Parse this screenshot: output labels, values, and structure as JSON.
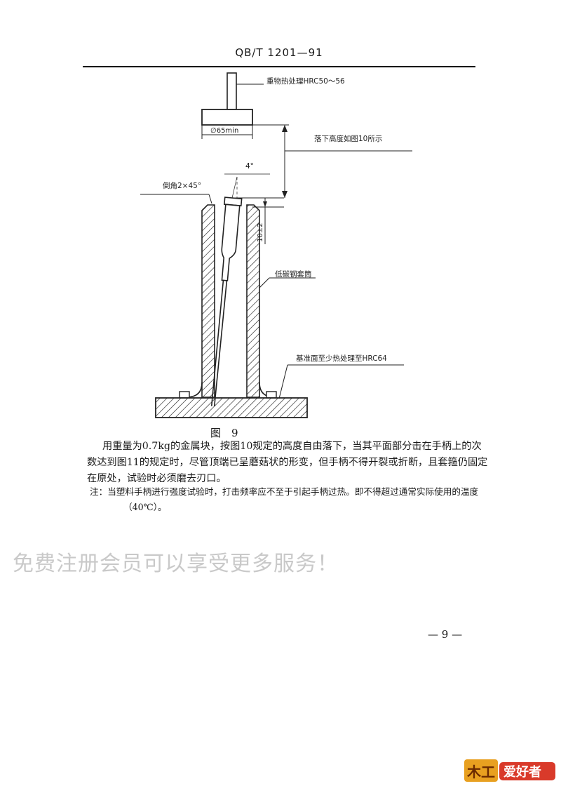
{
  "header": {
    "code": "QB/T  1201—91"
  },
  "figure": {
    "label_weight": "重物热处理HRC50～56",
    "label_diameter": "∅65min",
    "label_drop": "落下高度如图10所示",
    "label_angle": "4°",
    "label_chamfer": "倒角2×45°",
    "label_height": "10±2",
    "label_sleeve": "低碳钢套筒",
    "label_base": "基准面至少热处理至HRC64",
    "caption": "图　9"
  },
  "body": {
    "paragraph": "用重量为0.7kg的金属块，按图10规定的高度自由落下，当其平面部分击在手柄上的次数达到图11的规定时，尽管顶端已呈蘑菇状的形变，但手柄不得开裂或折断，且套箍仍固定在原处，试验时必须磨去刃口。",
    "note_line1": "注：当塑料手柄进行强度试验时，打击频率应不至于引起手柄过热。即不得超过通常实际使用的温度",
    "note_line2": "（40℃）。"
  },
  "watermark": "免费注册会员可以享受更多服务！",
  "page_number": "— 9 —",
  "logo": {
    "text": "爱好者",
    "mark": "木工"
  }
}
